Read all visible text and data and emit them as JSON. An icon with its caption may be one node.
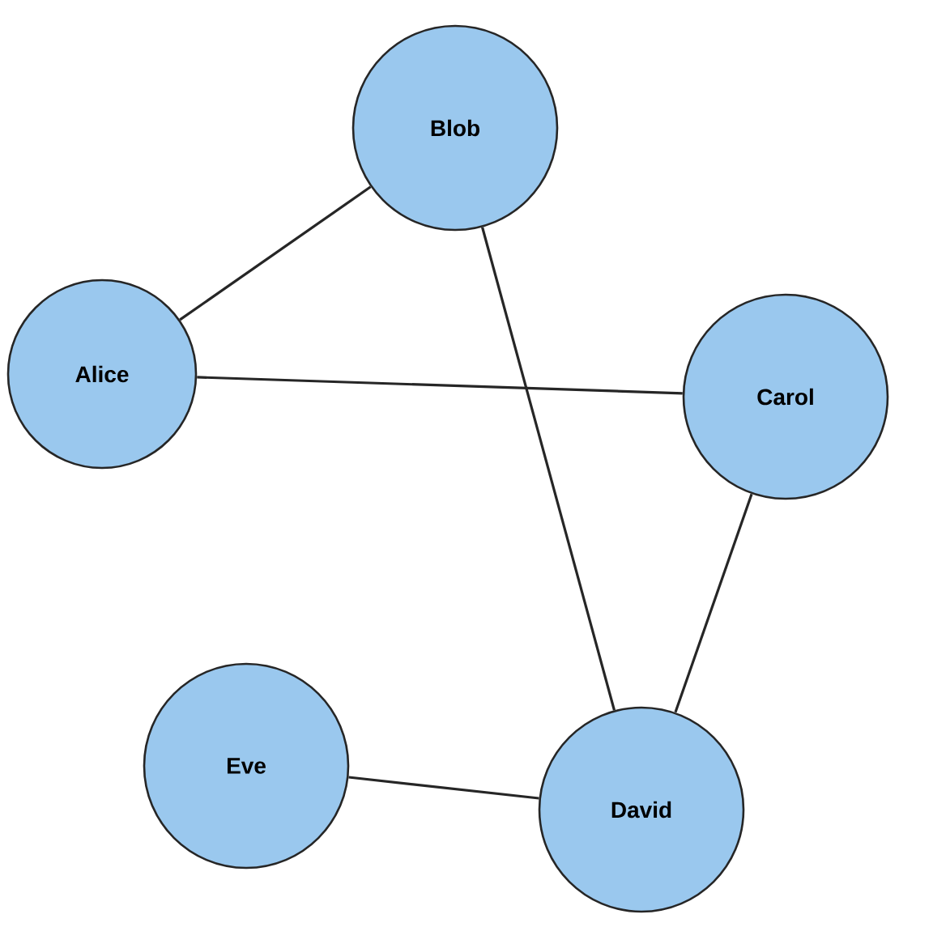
{
  "diagram": {
    "nodes": [
      {
        "text": [
          "Blob"
        ]
      },
      {
        "text": [
          "Alice"
        ]
      },
      {
        "text": [
          "Carol"
        ]
      },
      {
        "text": [
          "Eve"
        ]
      },
      {
        "text": [
          "David"
        ]
      }
    ],
    "edges": [
      {
        "from": 1,
        "to": 0,
        "arrow": "none"
      },
      {
        "from": 1,
        "to": 2,
        "arrow": "none"
      },
      {
        "from": 0,
        "to": 4,
        "arrow": "none"
      },
      {
        "from": 2,
        "to": 4,
        "arrow": "none"
      },
      {
        "from": 3,
        "to": 4,
        "arrow": "none"
      }
    ]
  }
}
